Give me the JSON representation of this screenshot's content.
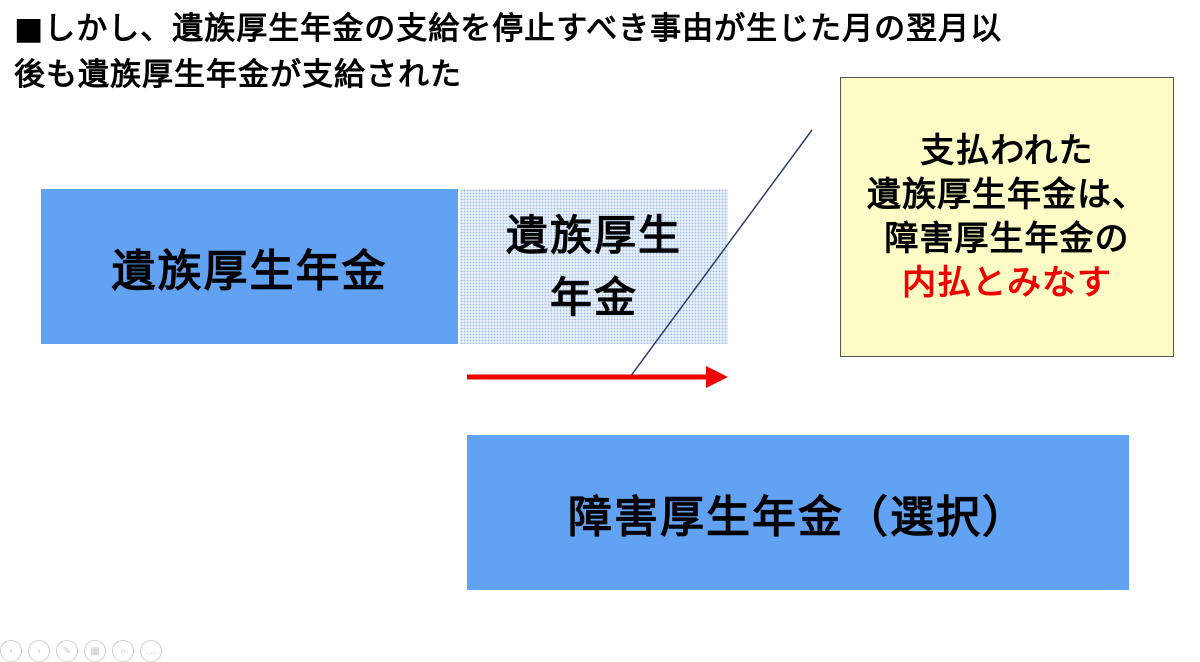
{
  "heading": {
    "line1": "■しかし、遺族厚生年金の支給を停止すべき事由が生じた月の翌月以",
    "line2": "後も遺族厚生年金が支給された"
  },
  "boxes": {
    "survivor_pension": "遺族厚生年金",
    "survivor_pension_overpaid": {
      "line1": "遺族厚生",
      "line2": "年金"
    },
    "disability_pension_selected": "障害厚生年金（選択）"
  },
  "note": {
    "line1": "支払われた",
    "line2": "遺族厚生年金は、",
    "line3": "障害厚生年金の",
    "line4": "内払とみなす"
  },
  "colors": {
    "box_blue": "#61a2f2",
    "box_blue_light": "#e6effa",
    "note_background": "#fdfcc6",
    "arrow_red": "#f00000",
    "connector_line": "#2a3f6c",
    "emphasis_red": "#f00000"
  },
  "toolbar": {
    "icons": [
      "previous-slide-icon",
      "next-slide-icon",
      "pen-icon",
      "grid-view-icon",
      "zoom-icon",
      "more-options-icon"
    ]
  }
}
